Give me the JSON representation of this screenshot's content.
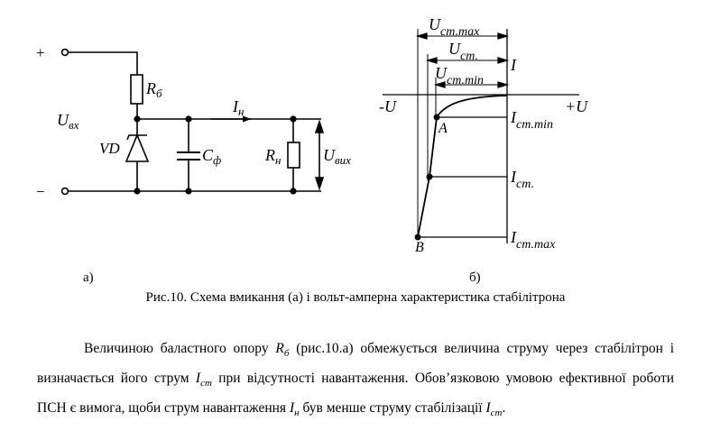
{
  "circuit": {
    "plus": "+",
    "minus": "−",
    "u_in": "U",
    "u_in_sub": "вх",
    "r_b": "R",
    "r_b_sub": "б",
    "i_load": "I",
    "i_load_sub": "н",
    "vd": "VD",
    "c_f": "C",
    "c_f_sub": "ф",
    "r_load": "R",
    "r_load_sub": "н",
    "u_out": "U",
    "u_out_sub": "вих"
  },
  "vac": {
    "u_st_max": "U",
    "u_st_max_sub": "ст.max",
    "u_st": "U",
    "u_st_sub": "ст.",
    "u_st_min": "U",
    "u_st_min_sub": "ст.min",
    "axis_i": "I",
    "axis_neg_u": "-U",
    "axis_pos_u": "+U",
    "point_a": "A",
    "point_b": "B",
    "i_st_min": "I",
    "i_st_min_sub": "ст.min",
    "i_st": "I",
    "i_st_sub": "ст.",
    "i_st_max": "I",
    "i_st_max_sub": "ст.max"
  },
  "labels": {
    "a": "а)",
    "b": "б)"
  },
  "caption": "Рис.10. Схема вмикання (а) і вольт-амперна характеристика стабілітрона",
  "paragraph": {
    "p1": "Величиною баластного опору",
    "sym_r": "R",
    "sym_r_sub": "б",
    "p2": "(рис.10.а) обмежується величина струму через стабілітрон і визначається його струм",
    "sym_ist": "I",
    "sym_ist_sub": "ст",
    "p3": "при відсутності навантаження. Обов’язковою умовою ефективної роботи ПСН є вимога, щоби струм навантаження",
    "sym_in": "I",
    "sym_in_sub": "н",
    "p4": "був менше струму стабілізації",
    "sym_ist2": "I",
    "sym_ist2_sub": "ст",
    "p5": "."
  }
}
